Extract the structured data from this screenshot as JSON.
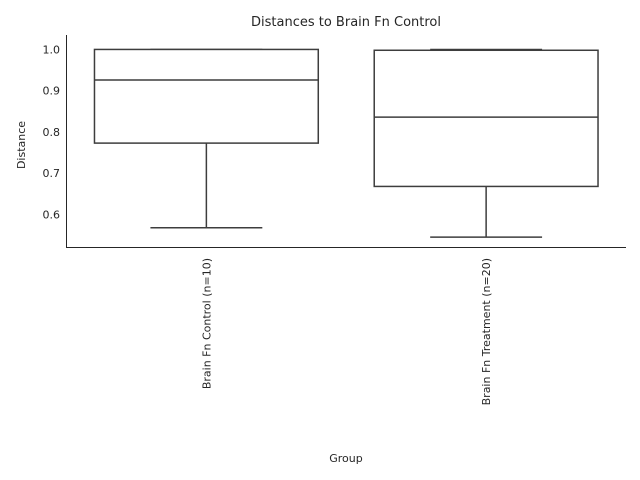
{
  "chart_data": {
    "type": "box",
    "title": "Distances to Brain Fn Control",
    "xlabel": "Group",
    "ylabel": "Distance",
    "ylim": [
      0.52,
      1.035
    ],
    "yticks": [
      "0.6",
      "0.7",
      "0.8",
      "0.9",
      "1.0"
    ],
    "ytick_values": [
      0.6,
      0.7,
      0.8,
      0.9,
      1.0
    ],
    "grid": false,
    "categories": [
      "Brain Fn Control (n=10)",
      "Brain Fn Treatment (n=20)"
    ],
    "boxes": [
      {
        "category": "Brain Fn Control (n=10)",
        "whisker_low": 0.568,
        "q1": 0.773,
        "median": 0.926,
        "q3": 1.0,
        "whisker_high": 1.0
      },
      {
        "category": "Brain Fn Treatment (n=20)",
        "whisker_low": 0.545,
        "q1": 0.668,
        "median": 0.836,
        "q3": 0.998,
        "whisker_high": 1.0
      }
    ],
    "colors": {
      "box_edge": "#3d3d3d",
      "box_fill": "#ffffff",
      "text": "#262626"
    }
  }
}
